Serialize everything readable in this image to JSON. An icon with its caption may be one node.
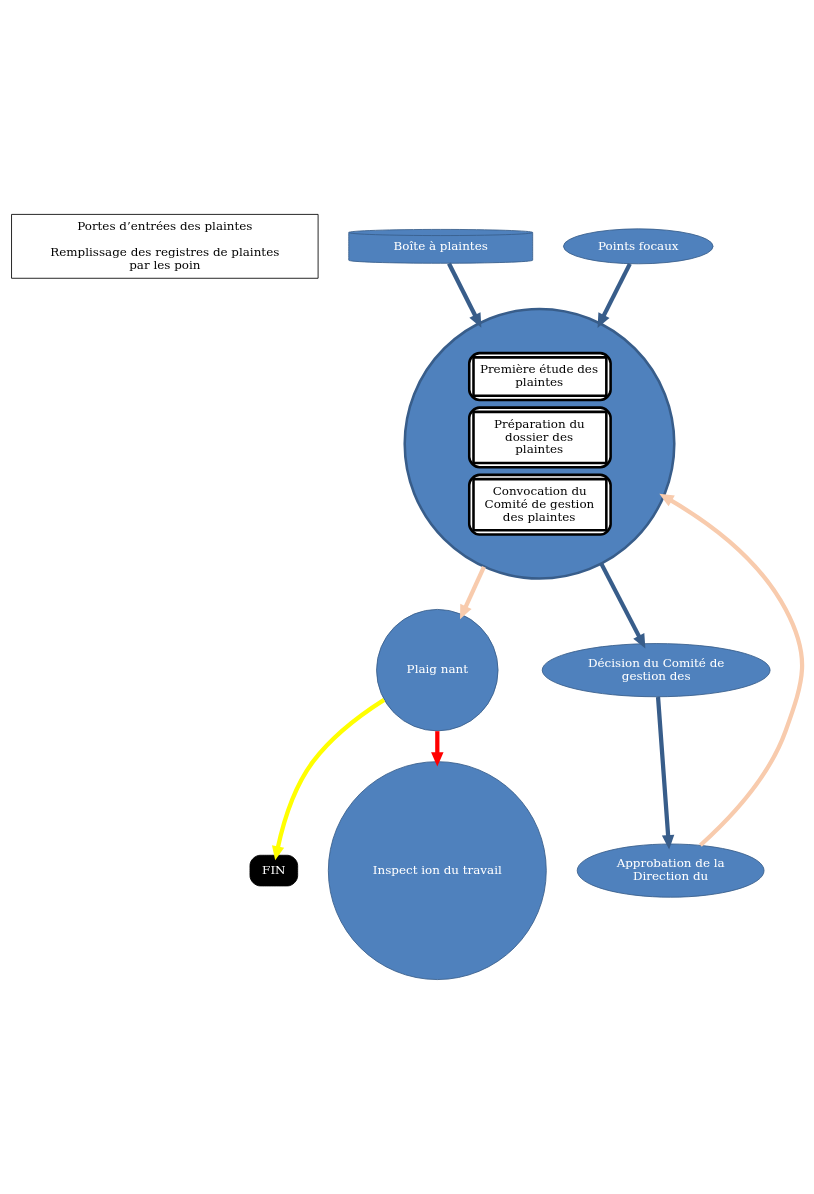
{
  "diagram": {
    "nodes": [
      {
        "text": [
          "Portes d’entrées des plaintes",
          "Remplissage des registres de plaintes par les poin"
        ]
      },
      {
        "text": [
          "Boîte à plaintes"
        ]
      },
      {
        "text": [
          "Points focaux"
        ]
      },
      {
        "text": [],
        "shape": "circle"
      },
      {
        "text": [
          "Première étude des plaintes"
        ],
        "in": 3
      },
      {
        "text": [
          "Préparation du dossier des plaintes"
        ],
        "in": 3
      },
      {
        "text": [
          "Convocation du Comité de gestion des plaintes"
        ],
        "in": 3
      },
      {
        "text": [
          "Plaig nant"
        ]
      },
      {
        "text": [
          "FIN"
        ]
      },
      {
        "text": [
          "Inspect ion du travail"
        ]
      },
      {
        "text": [
          "Décision du Comité de gestion des"
        ]
      },
      {
        "text": [
          "Approbation de la Direction du"
        ]
      }
    ],
    "edges": [
      {
        "from": 1,
        "to": 3,
        "arrow": "to"
      },
      {
        "from": 2,
        "to": 3,
        "arrow": "to"
      },
      {
        "from": 3,
        "to": 7,
        "arrow": "to",
        "color": "#f8cbad"
      },
      {
        "from": 7,
        "to": 8,
        "arrow": "to",
        "color": "#ffff00"
      },
      {
        "from": 7,
        "to": 9,
        "arrow": "to",
        "color": "#ff0000"
      },
      {
        "from": 3,
        "to": 10,
        "arrow": "to"
      },
      {
        "from": 10,
        "to": 11,
        "arrow": "to"
      },
      {
        "from": 11,
        "to": 3,
        "arrow": "to",
        "color": "#f8cbad"
      }
    ]
  }
}
